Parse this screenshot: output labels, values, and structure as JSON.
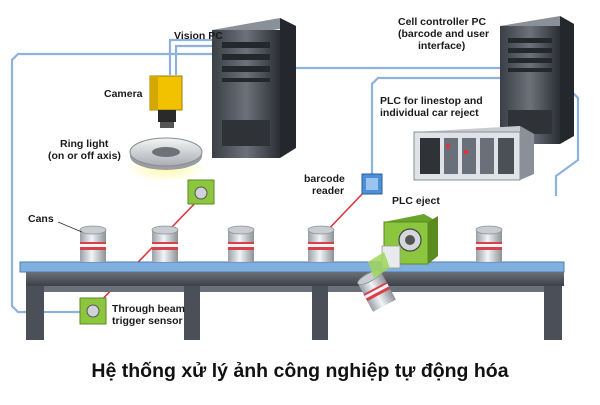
{
  "labels": {
    "vision_pc": "Vision PC",
    "cell_controller_line1": "Cell controller PC",
    "cell_controller_line2": "(barcode and user",
    "cell_controller_line3": "interface)",
    "camera": "Camera",
    "plc_linestop_line1": "PLC for linestop and",
    "plc_linestop_line2": "individual car reject",
    "ring_light_line1": "Ring light",
    "ring_light_line2": "(on or off axis)",
    "barcode_reader_line1": "barcode",
    "barcode_reader_line2": "reader",
    "plc_eject": "PLC eject",
    "cans": "Cans",
    "through_beam_line1": "Through beam",
    "through_beam_line2": "trigger sensor"
  },
  "caption": "Hệ thống xử lý ảnh công nghiệp tự động hóa",
  "colors": {
    "cable": "#8fb2dc",
    "laser": "#d9363e",
    "conveyor_belt": "#7fb0e0",
    "frame": "#5a5f68",
    "camera_body": "#f2c200",
    "sensor_green": "#8cc63f",
    "barcode_blue": "#4a8fd8",
    "can_band": "#d8404a"
  }
}
